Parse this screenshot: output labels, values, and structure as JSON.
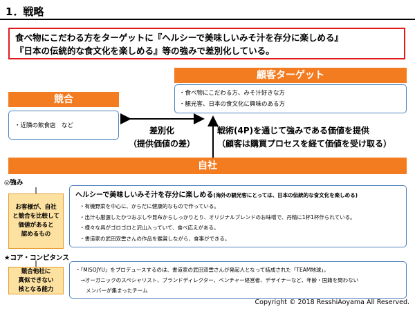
{
  "title": "1．戦略",
  "headline": {
    "line1": "食べ物にこだわる方をターゲットに『ヘルシーで美味しいみそ汁を存分に楽しめる』",
    "line2": "『日本の伝統的な食文化を楽しめる』等の強みで差別化している。"
  },
  "target": {
    "header": "顧客ターゲット",
    "items": [
      "・食べ物にこだわる方、みそ汁好きな方",
      "・観光客、日本の食文化に興味のある方"
    ]
  },
  "competition": {
    "header": "競合",
    "item": "・近隣の飲食店　など"
  },
  "differentiation": {
    "line1": "差別化",
    "line2": "（提供価値の差）"
  },
  "strategy": {
    "line1": "戦術(4P)を通じて強みである価値を提供",
    "line2": "（顧客は購買プロセスを経て価値を受け取る）"
  },
  "company": {
    "header": "自社"
  },
  "strengths": {
    "label": "◎強み",
    "side_note": [
      "お客様が、自社",
      "と競合を比較して",
      "価値があると",
      "認めるもの"
    ],
    "title_main": "ヘルシーで美味しいみそ汁を存分に楽しめる",
    "title_sub": "(海外の観光客にとっては、日本の伝統的な食文化を楽しめる)",
    "items": [
      "・有機野菜を中心に、からだに健康的なもので作っている。",
      "・出汁も厳選したかつおぶしや昆布からしっかりとり、オリジナルブレンドのお味噌で、丹精に1杯1杯作られている。",
      "・様々な具がゴロゴロと沢山入っていて、食べ応えがある。",
      "・書道家の武田双雲さんの作品を鑑賞しながら、食事ができる。"
    ]
  },
  "core": {
    "label": "★コア・コンピタンス",
    "side_note": [
      "競合他社に",
      "真似できない",
      "核となる能力"
    ],
    "items": [
      "・「MISOJYU」をプロデュースするのは、書道家の武田双雲さんが発起人となって結成された「TEAM地球」。",
      "　→オーガニックのスペシャリスト、ブランドディレクター、ベンチャー経営者、デザイナーなど、年齢・国籍を問わない",
      "　　メンバーが集まったチーム"
    ]
  },
  "copyright": "Copyright ©  2018 ResshiAoyama All  Reserved.",
  "colors": {
    "orange": "#f47c20",
    "red": "#e11b1b",
    "blue": "#4f81bd",
    "light_orange": "#fde1a0"
  }
}
